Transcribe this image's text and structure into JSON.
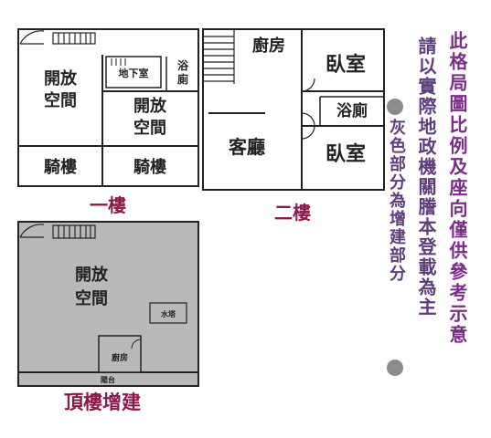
{
  "colors": {
    "wall": "#222222",
    "rooftop_fill": "#b9b9b9",
    "caption": "#8b1a4a",
    "note_main": "#7a2c86",
    "note_sub": "#5e3d7a",
    "gray_dot": "#8c8c8c"
  },
  "floor1": {
    "caption": "一樓",
    "open_space": "開放\n空間",
    "basement": "地下室",
    "bathroom": "浴\n廁",
    "open_space_2": "開放\n空間",
    "arcade_left": "騎樓",
    "arcade_right": "騎樓"
  },
  "floor2": {
    "caption": "二樓",
    "kitchen": "廚房",
    "bedroom_top": "臥室",
    "bathroom": "浴廁",
    "living_room": "客廳",
    "bedroom_bottom": "臥室"
  },
  "rooftop": {
    "caption": "頂樓增建",
    "open_space": "開放\n空間",
    "water_tank": "水塔",
    "kitchen": "廚房",
    "balcony": "陽台"
  },
  "notes": {
    "main": "此格局圖比例及座向僅供參考示意",
    "official": "請以實際地政機關謄本登載為主",
    "gray_area": "灰色部分為增建部分"
  }
}
